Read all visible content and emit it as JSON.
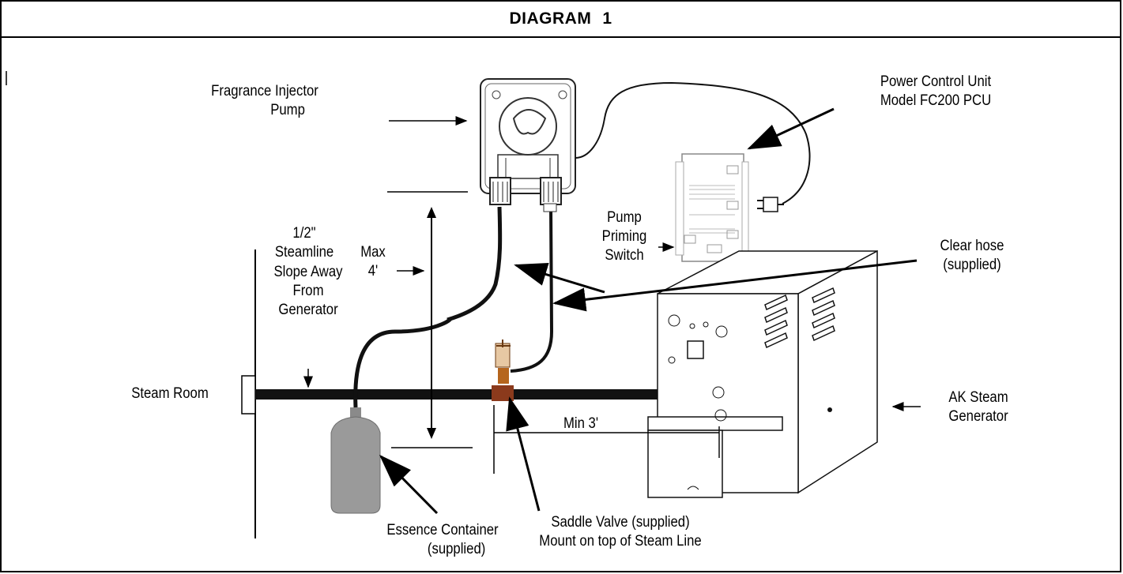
{
  "title": {
    "main": "DIAGRAM",
    "number": "1"
  },
  "labels": {
    "pump": [
      "Fragrance Injector",
      "Pump"
    ],
    "pcu": [
      "Power Control Unit",
      "Model FC200 PCU"
    ],
    "steamline": [
      "1/2\"",
      "Steamline"
    ],
    "slope": [
      "Slope Away",
      "From",
      "Generator"
    ],
    "max": [
      "Max",
      "4'"
    ],
    "priming": [
      "Pump",
      "Priming",
      "Switch"
    ],
    "clear_hose": [
      "Clear hose",
      "(supplied)"
    ],
    "steam_room": "Steam Room",
    "generator": [
      "AK Steam",
      "Generator"
    ],
    "min": "Min 3'",
    "essence": [
      "Essence Container",
      "(supplied)"
    ],
    "saddle": [
      "Saddle Valve (supplied)",
      "Mount on top of Steam Line"
    ]
  },
  "colors": {
    "line": "#000000",
    "bottle": "#9a9a9a",
    "valve": "#b5651d",
    "pipe": "#111111"
  }
}
